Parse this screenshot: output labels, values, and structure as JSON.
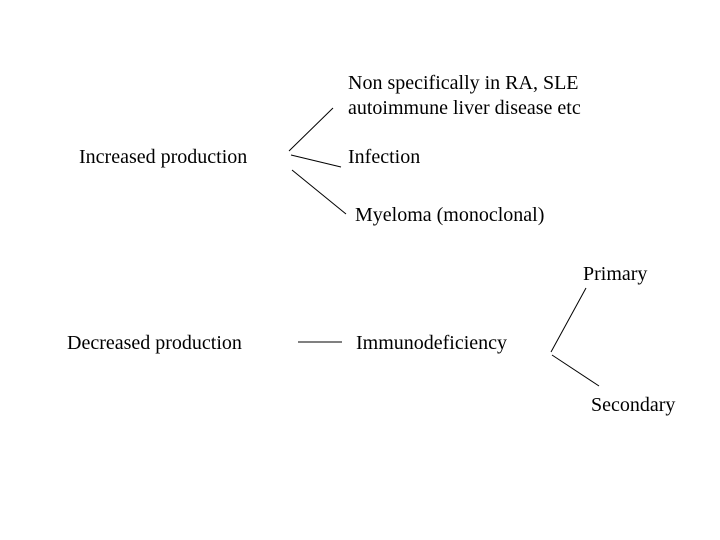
{
  "diagram": {
    "nodes": {
      "increased_production": "Increased production",
      "nonspecific_line1": "Non specifically in RA, SLE",
      "nonspecific_line2": "autoimmune liver disease etc",
      "infection": "Infection",
      "myeloma": "Myeloma (monoclonal)",
      "decreased_production": "Decreased production",
      "immunodeficiency": "Immunodeficiency",
      "primary": "Primary",
      "secondary": "Secondary"
    },
    "colors": {
      "background": "#ffffff",
      "text": "#000000",
      "line": "#000000"
    }
  }
}
